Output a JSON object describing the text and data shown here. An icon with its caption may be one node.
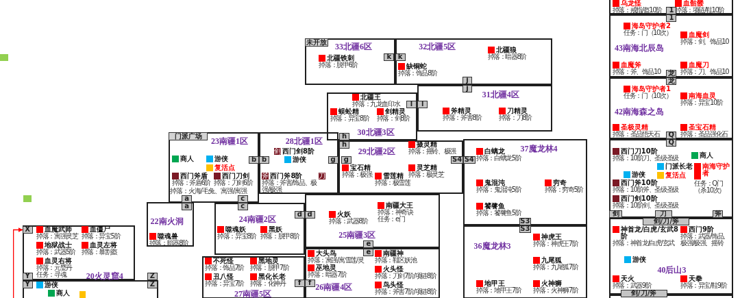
{
  "diagram": {
    "nodes": [
      {
        "text": [],
        "shape": "box"
      },
      {
        "text": [
          "33北疆6区"
        ]
      },
      {
        "text": [
          "未开放"
        ],
        "in": 1
      },
      {
        "text": [
          "北疆铁刺",
          "掉落：脱甲6阶"
        ],
        "in": 1
      },
      {
        "text": [
          "k"
        ],
        "in": 1
      },
      {
        "text": [
          "32北疆5区"
        ]
      },
      {
        "text": [
          "k"
        ],
        "in": 5
      },
      {
        "text": [
          "北疆狼",
          "掉落：暗器8阶"
        ],
        "in": 5
      },
      {
        "text": [
          "缺铜蛇",
          "掉落：饰品8阶"
        ],
        "in": 5
      },
      {
        "text": [
          "j"
        ],
        "in": 5
      },
      {
        "text": [
          "31北疆4区"
        ]
      },
      {
        "text": [
          "j"
        ],
        "in": 10
      },
      {
        "text": [
          "斧精灵",
          "掉落：斧害8阶"
        ],
        "in": 10
      },
      {
        "text": [
          "刀精灵",
          "掉落：刀8阶"
        ],
        "in": 10
      },
      {
        "text": [
          "l"
        ],
        "in": 10
      },
      {
        "text": [
          "30北疆3区"
        ]
      },
      {
        "text": [
          "l"
        ],
        "in": 15
      },
      {
        "text": [
          "北疆王",
          "掉落：九龙血印水"
        ],
        "in": 15
      },
      {
        "text": [
          "蜈蚣精",
          "掉落：异宝8阶"
        ],
        "in": 15
      },
      {
        "text": [
          "剑精灵",
          "掉落：剑8阶"
        ],
        "in": 15
      },
      {
        "text": [
          "h"
        ],
        "in": 15
      },
      {
        "text": [
          "23南疆1区"
        ]
      },
      {
        "text": [
          "门派广场"
        ],
        "in": 21
      },
      {
        "text": [
          "商人"
        ],
        "in": 21
      },
      {
        "text": [
          "游侠"
        ],
        "in": 21
      },
      {
        "text": [
          "复活点"
        ],
        "in": 21
      },
      {
        "text": [
          "西门斧盾",
          "掉落：斧盾6阶"
        ],
        "in": 21
      },
      {
        "text": [
          "西门刀剑",
          "掉落：刀剑6阶"
        ],
        "in": 21
      },
      {
        "text": [
          "b"
        ],
        "in": 21
      },
      {
        "text": [
          "a"
        ],
        "in": 21
      },
      {
        "text": [
          "c"
        ],
        "in": 21
      },
      {
        "text": [
          "28北疆1区"
        ]
      },
      {
        "text": [
          "b"
        ],
        "in": 31
      },
      {
        "text": [
          "剑",
          "西门剑8阶"
        ],
        "in": 31
      },
      {
        "text": [
          "游侠"
        ],
        "in": 31
      },
      {
        "text": [
          "斧",
          "西门斧8阶",
          "掉落：斧害/饰品、极强/极强"
        ],
        "in": 31
      },
      {
        "text": [
          "刀"
        ],
        "in": 31
      },
      {
        "text": [
          "g"
        ],
        "in": 31
      },
      {
        "text": [
          "29北疆2区"
        ]
      },
      {
        "text": [
          "h"
        ],
        "in": 38
      },
      {
        "text": [
          "g"
        ],
        "in": 38
      },
      {
        "text": [
          "摄灵精",
          "掉落：摇铃、极强"
        ],
        "in": 38
      },
      {
        "text": [
          "宝石精",
          "掉落：极强"
        ],
        "in": 38
      },
      {
        "text": [
          "雪莲精",
          "掉落：极雪莲"
        ],
        "in": 38
      },
      {
        "text": [
          "灵芝精",
          "掉落：极灵芝"
        ],
        "in": 38
      },
      {
        "text": [
          "S4"
        ],
        "in": 38
      },
      {
        "text": [
          "37魔龙林4"
        ]
      },
      {
        "text": [
          "S4"
        ],
        "in": 46
      },
      {
        "text": [
          "白螭龙",
          "掉落：白螭龙5阶"
        ],
        "in": 46
      },
      {
        "text": [
          "鬼混沌",
          "掉落：鬼混沌5阶"
        ],
        "in": 46
      },
      {
        "text": [
          "穷奇",
          "掉落：穷奇5阶"
        ],
        "in": 46
      },
      {
        "text": [
          "饕餮鱼",
          "掉落：饕餮鱼5阶"
        ],
        "in": 46
      },
      {
        "text": [
          "S3"
        ],
        "in": 46
      },
      {
        "text": [
          "36魔龙林3"
        ]
      },
      {
        "text": [
          "S3"
        ],
        "in": 53
      },
      {
        "text": [
          "神虎王",
          "掉落：神虎王7阶"
        ],
        "in": 53
      },
      {
        "text": [
          "九尾狐",
          "掉落：九尾狐7阶"
        ],
        "in": 53
      },
      {
        "text": [
          "地甲王",
          "掉落：地甲王7阶"
        ],
        "in": 53
      },
      {
        "text": [
          "火神狮",
          "掉落：火神狮7阶"
        ],
        "in": 53
      },
      {
        "text": [],
        "shape": "box"
      },
      {
        "text": [
          "22南火洞"
        ]
      },
      {
        "text": [
          "a"
        ],
        "in": 60
      },
      {
        "text": [
          "噬魂兽",
          "掉落：暗器8阶"
        ],
        "in": 60
      },
      {
        "text": [
          "24南疆2区"
        ]
      },
      {
        "text": [
          "c"
        ],
        "in": 63
      },
      {
        "text": [
          "噬魂妖",
          "掉落：异宝8阶"
        ],
        "in": 63
      },
      {
        "text": [
          "黑妖",
          "掉落：脱甲8阶"
        ],
        "in": 63
      },
      {
        "text": [
          "d"
        ],
        "in": 63
      },
      {
        "text": [
          "25南疆3区"
        ]
      },
      {
        "text": [
          "d"
        ],
        "in": 68
      },
      {
        "text": [
          "火妖",
          "掉落：武器8阶"
        ],
        "in": 68
      },
      {
        "text": [
          "南疆大王",
          "掉落：神奇诀",
          "任务：e门"
        ],
        "in": 68
      },
      {
        "text": [
          "e"
        ],
        "in": 68
      },
      {
        "text": [
          "20火灵窟4"
        ]
      },
      {
        "text": [
          "X"
        ],
        "in": 73
      },
      {
        "text": [
          "血魔武师",
          "掉落：寓强灵芝"
        ],
        "in": 73
      },
      {
        "text": [
          "血僵尸",
          "掉落：异宝5阶"
        ],
        "in": 73
      },
      {
        "text": [
          "地狱战士",
          "掉落：武器5阶"
        ],
        "in": 73
      },
      {
        "text": [
          "血灵左将",
          "掉落：暴割盔"
        ],
        "in": 73
      },
      {
        "text": [
          "血灵右将",
          "掉落：元婴丹",
          "任务：寻魂"
        ],
        "in": 73
      },
      {
        "text": [
          "Y"
        ],
        "in": 73
      },
      {
        "text": [
          "Z"
        ]
      },
      {
        "text": [],
        "shape": "box"
      },
      {
        "text": [
          "Y"
        ],
        "in": 82
      },
      {
        "text": [
          "Z"
        ],
        "in": 82
      },
      {
        "text": [
          "游侠"
        ],
        "in": 82
      },
      {
        "text": [
          "商人"
        ],
        "in": 82
      },
      {
        "text": [],
        "shape": "box",
        "in": 82
      },
      {
        "text": [
          "27南疆5区"
        ]
      },
      {
        "text": [
          "不死怪",
          "掉落：饰品7阶"
        ],
        "in": 88
      },
      {
        "text": [
          "黑地灵",
          "掉落：脱甲7阶"
        ],
        "in": 88
      },
      {
        "text": [
          "丑八怪",
          "掉落：异宝7阶"
        ],
        "in": 88
      },
      {
        "text": [
          "黑化长老",
          "掉落：化神丹"
        ],
        "in": 88
      },
      {
        "text": [
          "f"
        ],
        "in": 88
      },
      {
        "text": [
          "26南疆4区"
        ]
      },
      {
        "text": [
          "e"
        ],
        "in": 94
      },
      {
        "text": [
          "f"
        ],
        "in": 94
      },
      {
        "text": [
          "大头鸟",
          "掉落：寓强/寓雪莲/灵"
        ],
        "in": 94
      },
      {
        "text": [
          "巫地灵",
          "掉落：暗器7阶"
        ],
        "in": 94
      },
      {
        "text": [
          "南疆神",
          "掉落：鞋区妖池"
        ],
        "in": 94
      },
      {
        "text": [
          "火头怪",
          "掉落：刀剑7阶/项链8阶"
        ],
        "in": 94
      },
      {
        "text": [
          "鸟头怪",
          "掉落：斧害7阶/项链8阶"
        ],
        "in": 94
      },
      {
        "text": [],
        "shape": "box"
      },
      {
        "text": [
          "乌龙怪",
          "掉落：戒指/盔10阶"
        ],
        "in": 102
      },
      {
        "text": [
          "血骷髅",
          "掉落：项链/鞋10阶"
        ],
        "in": 102
      },
      {
        "text": [
          "1"
        ],
        "in": 102
      },
      {
        "text": [
          "43南海北辰岛"
        ]
      },
      {
        "text": [
          "1"
        ],
        "in": 106
      },
      {
        "text": [
          "海岛守护者2",
          "任务：门（10次）"
        ],
        "in": 106
      },
      {
        "text": [
          "血魔剑",
          "掉落：剑、饰品10"
        ],
        "in": 106
      },
      {
        "text": [
          "血魔斧",
          "掉落：斧、饰品10"
        ],
        "in": 106
      },
      {
        "text": [
          "血魔刀",
          "掉落：刀、饰品10"
        ],
        "in": 106
      },
      {
        "text": [
          "龙"
        ],
        "in": 106
      },
      {
        "text": [
          "42南海森之岛"
        ]
      },
      {
        "text": [
          "龙"
        ],
        "in": 113
      },
      {
        "text": [
          "海岛守护者1",
          "任务：门（10次）"
        ],
        "in": 113
      },
      {
        "text": [
          "南海血灵",
          "掉落：异宝10阶"
        ],
        "in": 113
      },
      {
        "text": [
          "圣极灵精",
          "掉落：圣品悟天石"
        ],
        "in": 113
      },
      {
        "text": [
          "圣宝石精",
          "掉落：圣品强化石"
        ],
        "in": 113
      },
      {
        "text": [
          "Q"
        ],
        "in": 113
      },
      {
        "text": [],
        "shape": "box"
      },
      {
        "text": [
          "Q"
        ],
        "in": 120
      },
      {
        "text": [
          "西门刀10阶",
          "掉落：10阶刀、圣级圣级"
        ],
        "in": 120
      },
      {
        "text": [
          "商人"
        ],
        "in": 120
      },
      {
        "text": [
          "门派长老"
        ],
        "in": 120
      },
      {
        "text": [
          "复活点"
        ],
        "in": 120
      },
      {
        "text": [
          "游侠"
        ],
        "in": 120
      },
      {
        "text": [
          "南海守护者",
          "任务：Q门（杀10次）"
        ],
        "in": 120
      },
      {
        "text": [
          "西门斧10阶",
          "掉落：10阶斧、圣级圣级"
        ],
        "in": 120
      },
      {
        "text": [
          "西门剑10阶",
          "掉落：10阶剑、圣级圣级"
        ],
        "in": 120
      },
      {
        "text": [
          "剑"
        ],
        "in": 120
      },
      {
        "text": [
          "刀"
        ],
        "in": 120
      },
      {
        "text": [
          "斧"
        ],
        "in": 120
      },
      {
        "text": [
          "40后山3"
        ]
      },
      {
        "text": [
          "剑/刀/斧"
        ],
        "in": 133
      },
      {
        "text": [
          "神首龙/白虎/玄武8阶",
          "掉落：神首龙/白虎/玄武"
        ],
        "in": 133
      },
      {
        "text": [
          "西门9阶",
          "掉落：武器/饰品、极强/极强、摇铃"
        ],
        "in": 133
      },
      {
        "text": [
          "游侠"
        ],
        "in": 133
      },
      {
        "text": [
          "天火",
          "掉落：武器9阶"
        ],
        "in": 133
      },
      {
        "text": [
          "天拳",
          "掉落：异宝/鞋9阶"
        ],
        "in": 133
      },
      {
        "text": [
          "剑/刀/斧"
        ]
      },
      {
        "text": [],
        "shape": "box"
      }
    ],
    "edges": [
      {
        "from": null,
        "to": 74,
        "arrow": "to",
        "color": "#ff0000"
      }
    ],
    "labels": [
      "掉落：火海/毛兔、寓强/寓强"
    ]
  }
}
